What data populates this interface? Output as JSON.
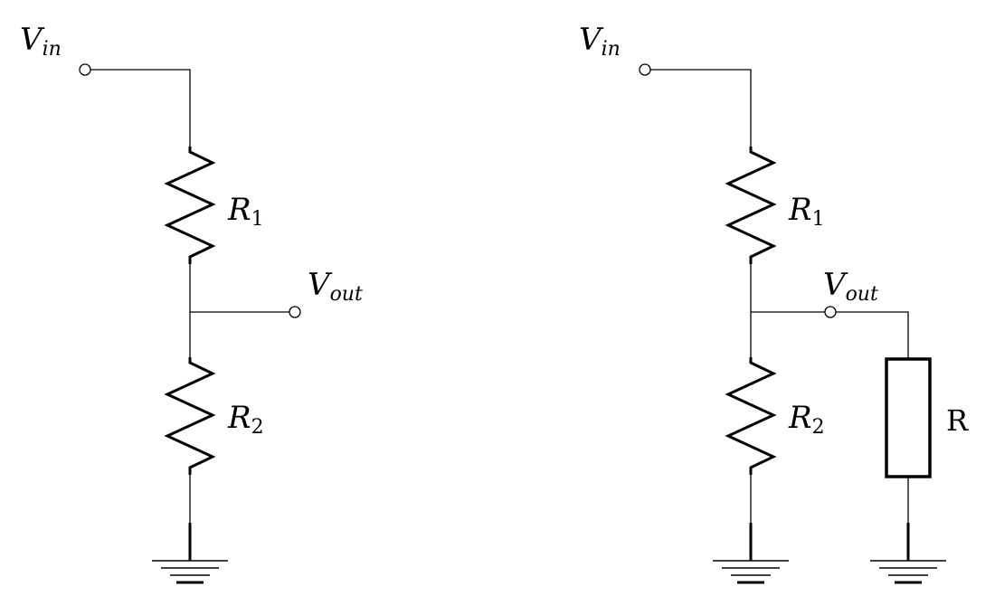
{
  "left_circuit": {
    "vin": {
      "main": "V",
      "sub": "in"
    },
    "vout": {
      "main": "V",
      "sub": "out"
    },
    "r1": {
      "main": "R",
      "sub": "1"
    },
    "r2": {
      "main": "R",
      "sub": "2"
    }
  },
  "right_circuit": {
    "vin": {
      "main": "V",
      "sub": "in"
    },
    "vout": {
      "main": "V",
      "sub": "out"
    },
    "r1": {
      "main": "R",
      "sub": "1"
    },
    "r2": {
      "main": "R",
      "sub": "2"
    },
    "load": "R"
  }
}
